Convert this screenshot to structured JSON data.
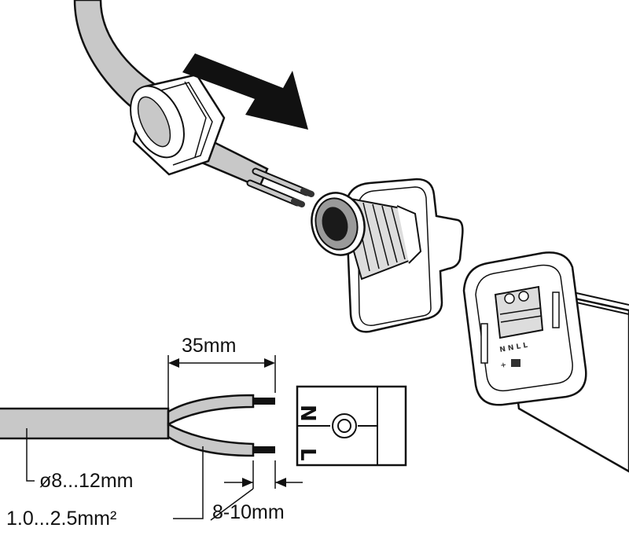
{
  "labels": {
    "strip_length": "35mm",
    "cable_diameter": "ø8...12mm",
    "conductor_cross_section": "1.0...2.5mm²",
    "end_strip_length": "8-10mm"
  },
  "terminal_block": {
    "top_mark": "N",
    "bottom_mark": "L"
  },
  "luminaire_connector": {
    "pin_marks": "N N L L",
    "polarity_mark": "+"
  },
  "colors": {
    "line": "#111111",
    "cable": "#c8c8c8",
    "cable_dark": "#a9a9a9",
    "white": "#ffffff"
  }
}
